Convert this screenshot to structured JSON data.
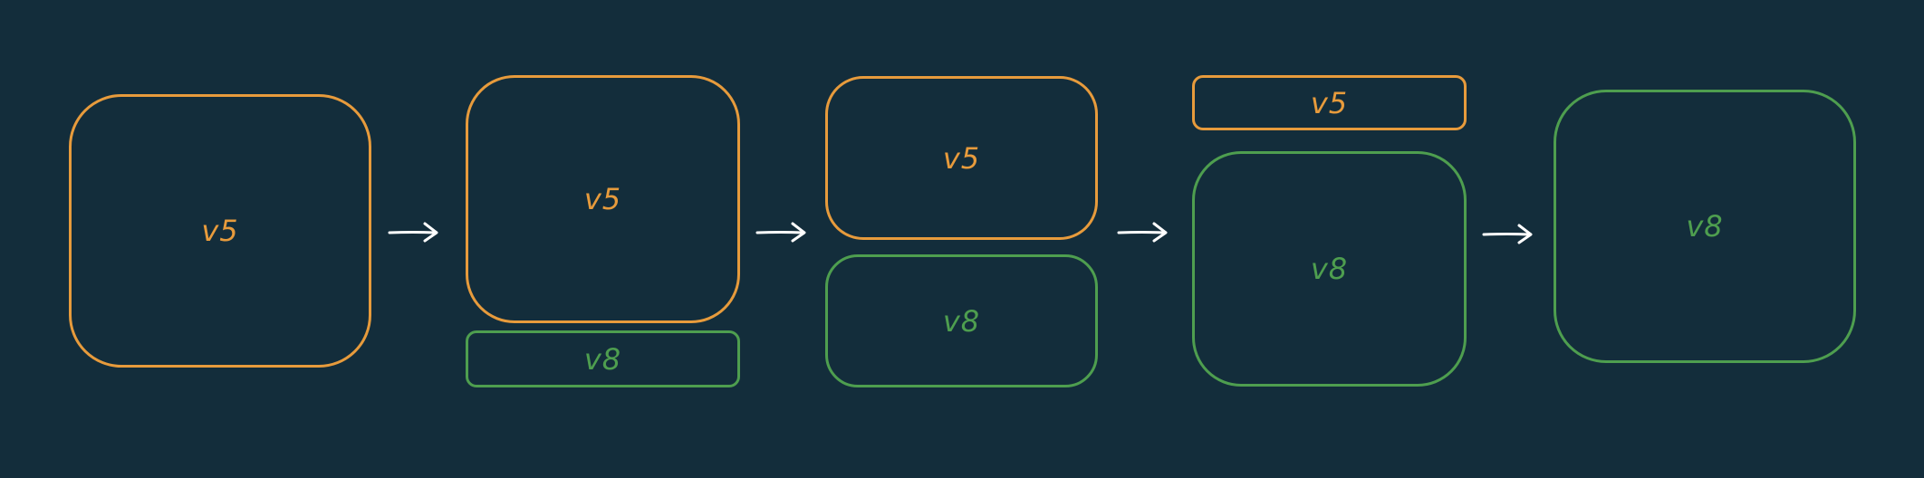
{
  "colors": {
    "background": "#132d3b",
    "v5": "#e79b3c",
    "v8": "#4e9e4f",
    "arrow": "#ffffff"
  },
  "stages": [
    {
      "boxes": [
        {
          "label": "v5",
          "version": "v5"
        }
      ]
    },
    {
      "boxes": [
        {
          "label": "v5",
          "version": "v5"
        },
        {
          "label": "v8",
          "version": "v8"
        }
      ]
    },
    {
      "boxes": [
        {
          "label": "v5",
          "version": "v5"
        },
        {
          "label": "v8",
          "version": "v8"
        }
      ]
    },
    {
      "boxes": [
        {
          "label": "v5",
          "version": "v5"
        },
        {
          "label": "v8",
          "version": "v8"
        }
      ]
    },
    {
      "boxes": [
        {
          "label": "v8",
          "version": "v8"
        }
      ]
    }
  ],
  "arrows": [
    {
      "icon": "right-arrow-icon"
    },
    {
      "icon": "right-arrow-icon"
    },
    {
      "icon": "right-arrow-icon"
    },
    {
      "icon": "right-arrow-icon"
    }
  ]
}
